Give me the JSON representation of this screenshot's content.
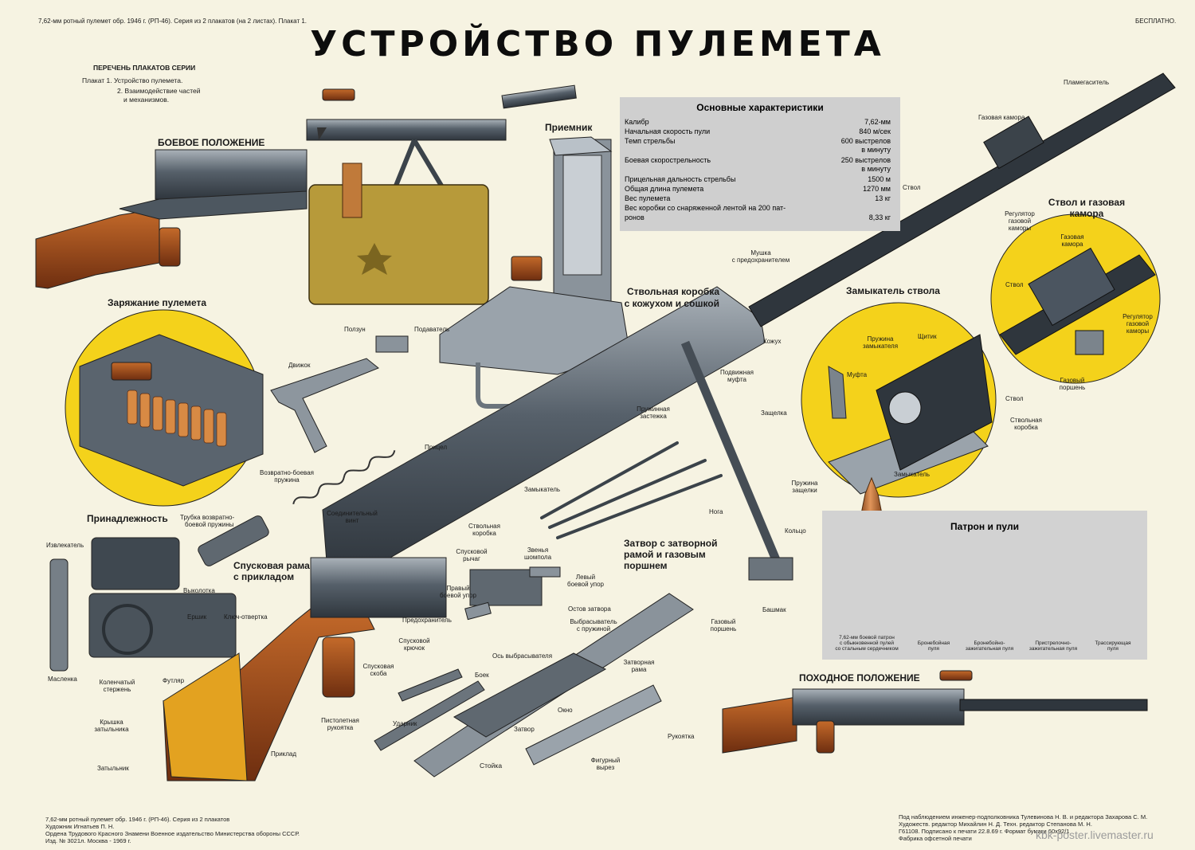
{
  "header": {
    "top_left": "7,62-мм ротный пулемет обр. 1946 г. (РП-46). Серия из 2 плакатов (на 2 листах). Плакат 1.",
    "top_right": "БЕСПЛАТНО.",
    "title": "УСТРОЙСТВО ПУЛЕМЕТА"
  },
  "series_list": {
    "heading": "ПЕРЕЧЕНЬ ПЛАКАТОВ СЕРИИ",
    "item1": "Плакат 1. Устройство пулемета.",
    "item2a": "2. Взаимодействие частей",
    "item2b": "и механизмов."
  },
  "sections": {
    "combat": "БОЕВОЕ ПОЛОЖЕНИЕ",
    "receiver": "Приемник",
    "loading": "Заряжание пулемета",
    "accessories": "Принадлежность",
    "receiver_box_1": "Ствольная коробка",
    "receiver_box_2": "с кожухом и сошкой",
    "lock": "Замыкатель ствола",
    "barrel_1": "Ствол и газовая",
    "barrel_2": "камора",
    "trigger_frame_1": "Спусковая рама",
    "trigger_frame_2": "с прикладом",
    "bolt_1": "Затвор с затворной",
    "bolt_2": "рамой и газовым",
    "bolt_3": "поршнем",
    "march": "ПОХОДНОЕ ПОЛОЖЕНИЕ"
  },
  "specs": {
    "heading": "Основные характеристики",
    "rows": [
      {
        "k": "Калибр",
        "v": "7,62-мм"
      },
      {
        "k": "Начальная скорость пули",
        "v": "840 м/сек"
      },
      {
        "k": "Темп стрельбы",
        "v": "600 выстрелов"
      },
      {
        "k": "",
        "v": "в минуту"
      },
      {
        "k": "Боевая скорострельность",
        "v": "250 выстрелов"
      },
      {
        "k": "",
        "v": "в минуту"
      },
      {
        "k": "Прицельная дальность стрельбы",
        "v": "1500 м"
      },
      {
        "k": "Общая длина пулемета",
        "v": "1270 мм"
      },
      {
        "k": "Вес пулемета",
        "v": "13 кг"
      },
      {
        "k": "Вес коробки со снаряженной лентой на 200 пат-",
        "v": ""
      },
      {
        "k": "ронов",
        "v": "8,33 кг"
      }
    ]
  },
  "labels": {
    "polzun": "Ползун",
    "podavatel": "Подаватель",
    "dvizhok": "Движок",
    "mushka_1": "Мушка",
    "mushka_2": "с предохранителем",
    "kozhukh": "Кожух",
    "podv_mufta_1": "Подвижная",
    "podv_mufta_2": "муфта",
    "pruzh_zast_1": "Пружинная",
    "pruzh_zast_2": "застежка",
    "pricel": "Прицел",
    "vozvr_1": "Возвратно-боевая",
    "vozvr_2": "пружина",
    "soed_vint_1": "Соединительный",
    "soed_vint_2": "винт",
    "zamykatel": "Замыкатель",
    "stv_kor_1": "Ствольная",
    "stv_kor_2": "коробка",
    "noga": "Нога",
    "kolco": "Кольцо",
    "bashmak": "Башмак",
    "zven_1": "Звенья",
    "zven_2": "шомпола",
    "trubka_1": "Трубка возвратно-",
    "trubka_2": "боевой пружины",
    "izvlekatel": "Извлекатель",
    "vykolotka": "Выколотка",
    "ershik": "Ершик",
    "kluch": "Ключ-отвертка",
    "maslenka": "Масленка",
    "kolench_1": "Коленчатый",
    "kolench_2": "стержень",
    "futlyar": "Футляр",
    "spusk_rychag_1": "Спусковой",
    "spusk_rychag_2": "рычаг",
    "predohr": "Предохранитель",
    "spusk_kryuch_1": "Спусковой",
    "spusk_kryuch_2": "крючок",
    "spusk_skoba_1": "Спусковая",
    "spusk_skoba_2": "скоба",
    "pistol_1": "Пистолетная",
    "pistol_2": "рукоятка",
    "kryshka_1": "Крышка",
    "kryshka_2": "затыльника",
    "zatylnik": "Затыльник",
    "priklad": "Приклад",
    "prav_upor_1": "Правый",
    "prav_upor_2": "боевой упор",
    "lev_upor_1": "Левый",
    "lev_upor_2": "боевой упор",
    "ostov": "Остов затвора",
    "vybras_1": "Выбрасыватель",
    "vybras_2": "с пружиной",
    "os_vybras": "Ось выбрасывателя",
    "gaz_porshen_1": "Газовый",
    "gaz_porshen_2": "поршень",
    "boek": "Боек",
    "zatv_rama_1": "Затворная",
    "zatv_rama_2": "рама",
    "okno": "Окно",
    "udarnik": "Ударник",
    "zatvor": "Затвор",
    "rukoyatka": "Рукоятка",
    "stoyka": "Стойка",
    "figurny_1": "Фигурный",
    "figurny_2": "вырез",
    "plamegas": "Пламегаситель",
    "gaz_kamora": "Газовая камора",
    "stvol_top": "Ствол",
    "reg_1": "Регулятор",
    "reg_2": "газовой",
    "reg_3": "каморы",
    "c1_gaz_1": "Газовая",
    "c1_gaz_2": "камора",
    "c1_stvol": "Ствол",
    "c1_reg_1": "Регулятор",
    "c1_reg_2": "газовой",
    "c1_reg_3": "каморы",
    "c1_gp_1": "Газовый",
    "c1_gp_2": "поршень",
    "c2_pruzh_1": "Пружина",
    "c2_pruzh_2": "замыкателя",
    "c2_shchitik": "Щитик",
    "c2_mufta": "Муфта",
    "c2_zashchelka": "Защелка",
    "c2_stvol": "Ствол",
    "c2_stvkor_1": "Ствольная",
    "c2_stvkor_2": "коробка",
    "c2_zamyk": "Замыкатель",
    "c2_pz_1": "Пружина",
    "c2_pz_2": "защелки"
  },
  "ammo": {
    "heading": "Патрон и пули",
    "c1_1": "7,62-мм боевой патрон",
    "c1_2": "с обыкновенной пулей",
    "c1_3": "со стальным сердечником",
    "c2_1": "Бронебойная",
    "c2_2": "пуля",
    "c3_1": "Бронебойно-",
    "c3_2": "зажигательная пуля",
    "c4_1": "Пристрелочно-",
    "c4_2": "зажигательная пуля",
    "c5_1": "Трассирующая",
    "c5_2": "пуля"
  },
  "footer": {
    "l1": "7,62-мм ротный пулемет обр. 1946 г. (РП-46). Серия из 2 плакатов",
    "l2": "Художник Игнатьев П. Н.",
    "l3": "Ордена Трудового Красного Знамени Военное издательство Министерства обороны СССР.",
    "l4": "Изд. № 3021л. Москва - 1969 г.",
    "r1": "Под наблюдением инженер-подполковника Тулевинова Н. В. и редактора Захарова С. М.",
    "r2": "Художеств. редактор Михайлин Н. Д. Техн. редактор Степанова М. Н.",
    "r3": "Г61108. Подписано к печати 22.8.69 г. Формат бумаги 60х92/1",
    "r4": "Фабрика офсетной печати",
    "watermark": "kbk-poster.livemaster.ru"
  },
  "colors": {
    "paper": "#f6f3e2",
    "metal": "#4b5560",
    "metal_light": "#9aa3ab",
    "wood": "#9a4a1c",
    "yellow_circle": "#f4d21b",
    "spec_box": "#cfcfcf",
    "brass": "#c07a3a",
    "ammo_box": "#b79a3a"
  }
}
